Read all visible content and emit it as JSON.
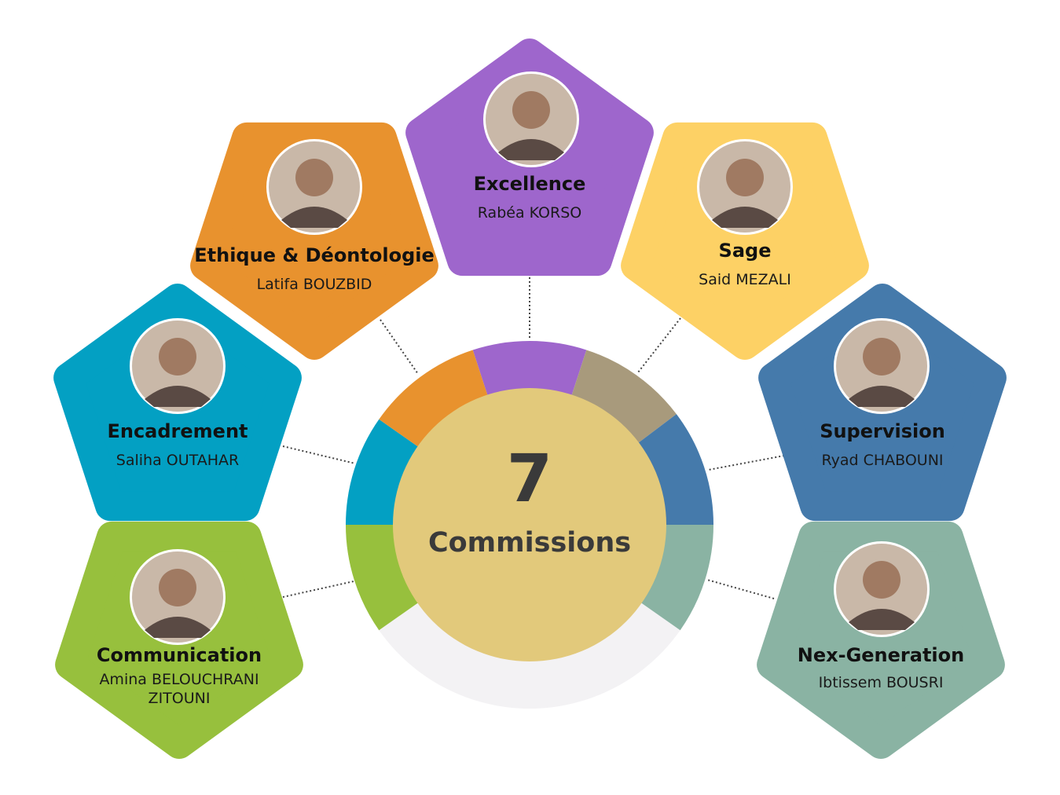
{
  "center": {
    "count": "7",
    "label": "Commissions",
    "disk_color": "#e2c97b",
    "ring_bg": "#f3f2f4"
  },
  "commissions": [
    {
      "id": "excellence",
      "title": "Excellence",
      "name_lines": [
        "Rabéa KORSO"
      ],
      "color": "#9e66cc",
      "ring_color": "#9e66cc"
    },
    {
      "id": "sage",
      "title": "Sage",
      "name_lines": [
        "Said MEZALI"
      ],
      "color": "#fdd165",
      "ring_color": "#a89a7c"
    },
    {
      "id": "supervision",
      "title": "Supervision",
      "name_lines": [
        "Ryad CHABOUNI"
      ],
      "color": "#457aab",
      "ring_color": "#457aab"
    },
    {
      "id": "nex-generation",
      "title": "Nex-Generation",
      "name_lines": [
        "Ibtissem BOUSRI"
      ],
      "color": "#8ab3a3",
      "ring_color": "#8ab3a3"
    },
    {
      "id": "communication",
      "title": "Communication",
      "name_lines": [
        "Amina BELOUCHRANI",
        "ZITOUNI"
      ],
      "color": "#97c03d",
      "ring_color": "#97c03d"
    },
    {
      "id": "encadrement",
      "title": "Encadrement",
      "name_lines": [
        "Saliha OUTAHAR"
      ],
      "color": "#03a0c3",
      "ring_color": "#03a0c3"
    },
    {
      "id": "ethique",
      "title": "Ethique & Déontologie",
      "name_lines": [
        "Latifa BOUZBID"
      ],
      "color": "#e8922e",
      "ring_color": "#e8922e"
    }
  ]
}
